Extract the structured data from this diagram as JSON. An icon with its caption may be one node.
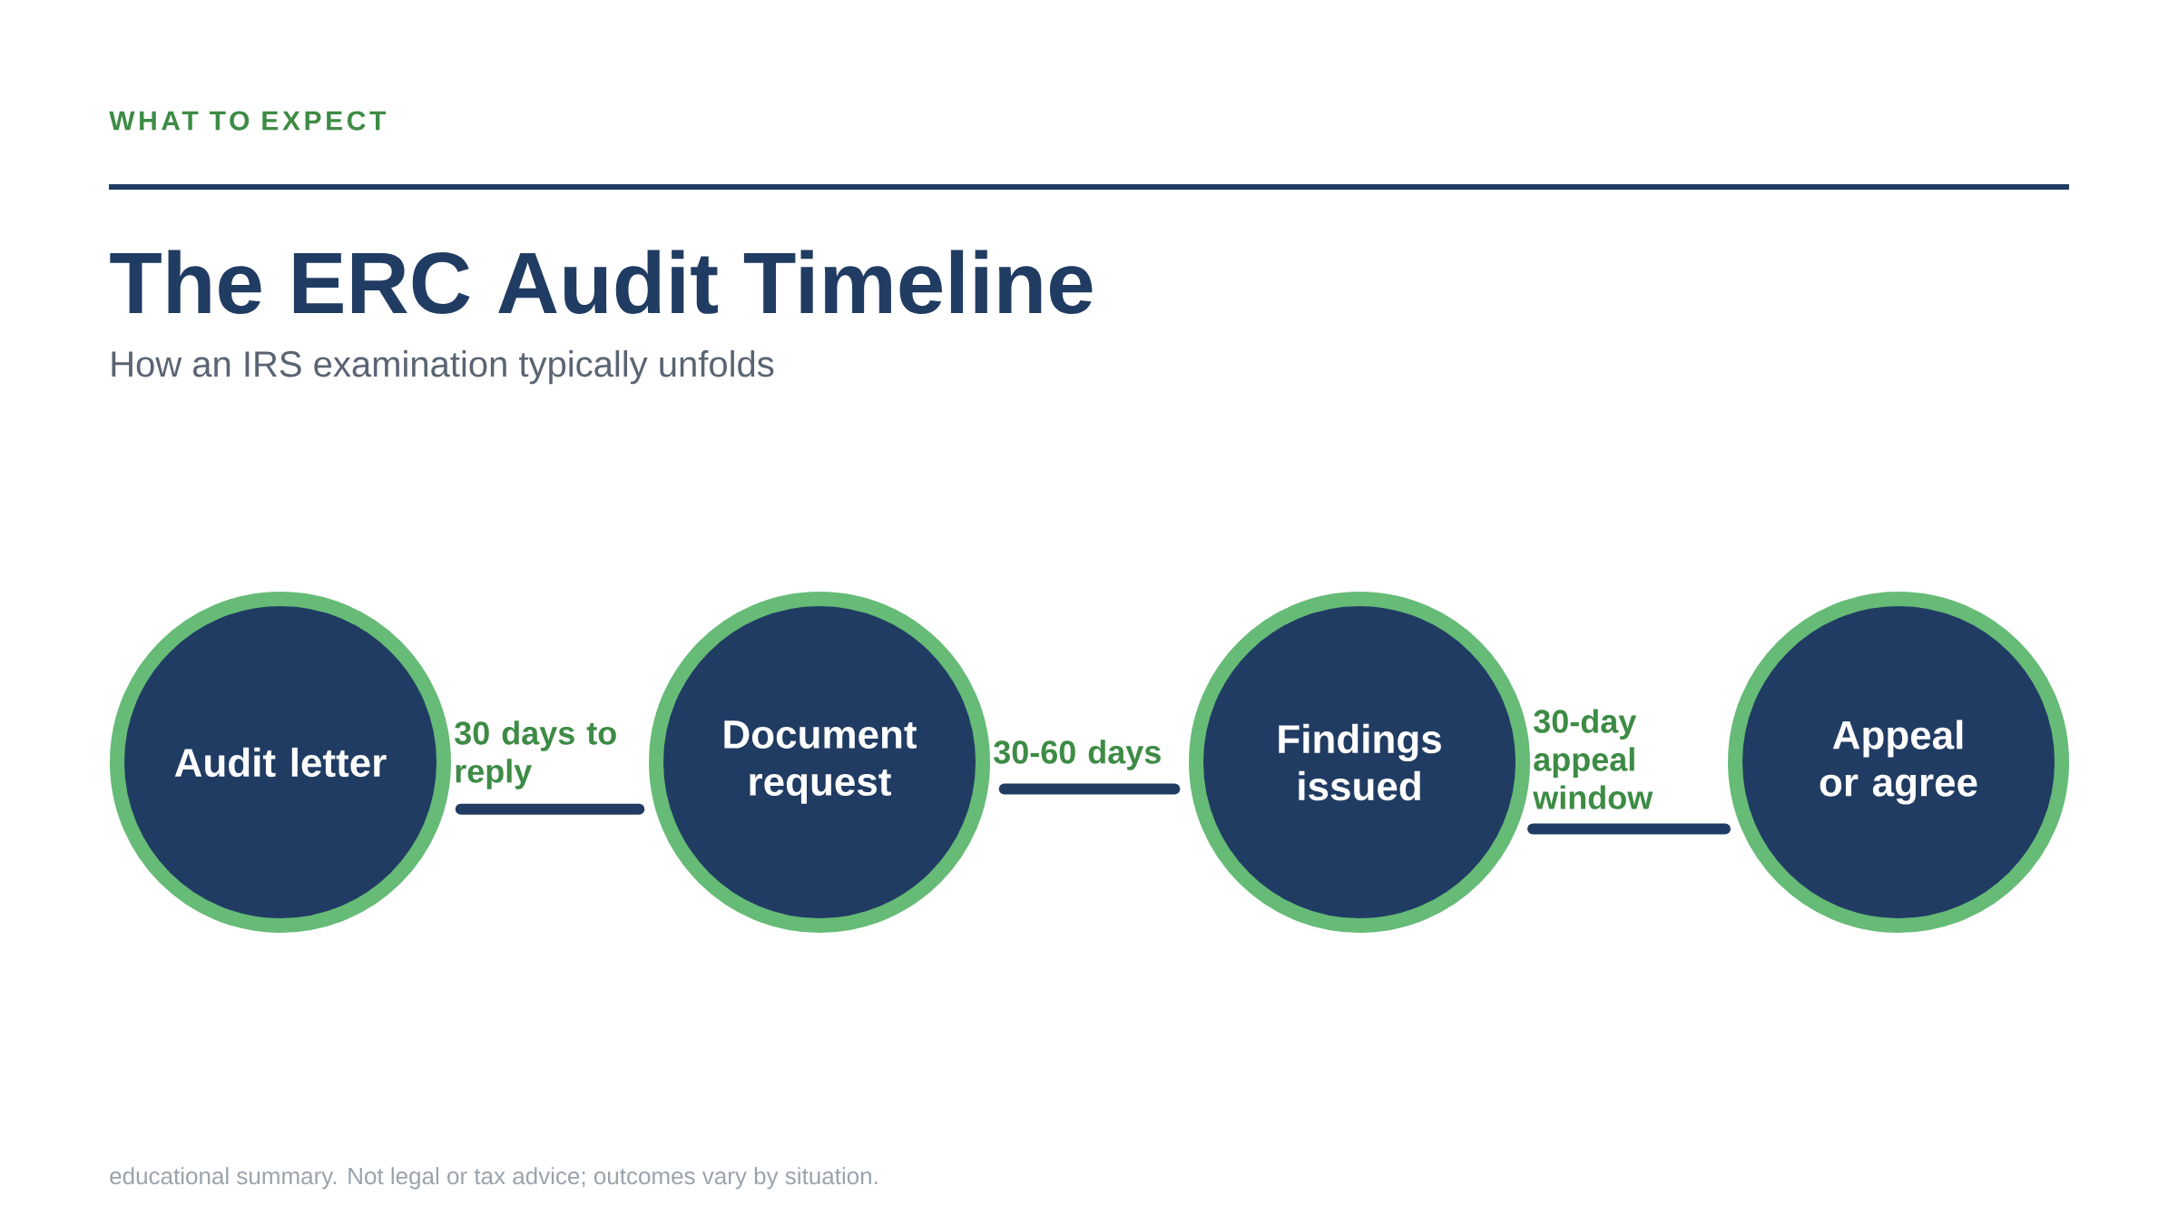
{
  "diagram": {
    "title": "The ERC Audit Timeline",
    "nodes": [
      {
        "text": [
          "Audit letter"
        ]
      },
      {
        "text": [
          "Document request"
        ]
      },
      {
        "text": [
          "Findings issued"
        ]
      },
      {
        "text": [
          "Appeal or agree"
        ]
      }
    ],
    "edges": [
      {
        "from": 0,
        "to": 1,
        "arrow": "none",
        "label": "30 days to reply"
      },
      {
        "from": 1,
        "to": 2,
        "arrow": "none",
        "label": "30-60 days"
      },
      {
        "from": 2,
        "to": 3,
        "arrow": "none",
        "label": "30-day appeal window"
      }
    ],
    "labels": [
      "WHAT TO EXPECT",
      "How an IRS examination typically unfolds",
      "educational summary. Not legal or tax advice; outcomes vary by situation."
    ]
  }
}
